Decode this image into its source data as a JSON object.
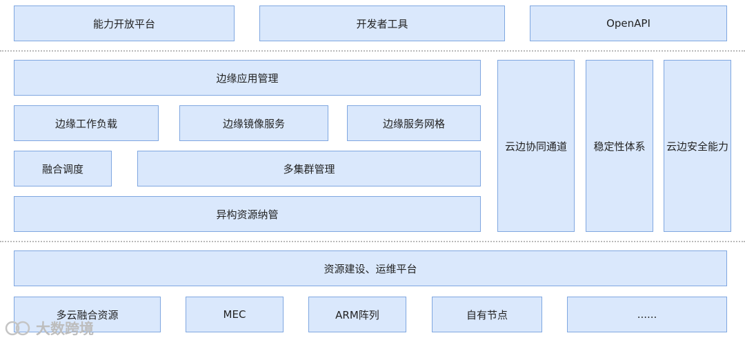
{
  "top_layer": [
    "能力开放平台",
    "开发者工具",
    "OpenAPI"
  ],
  "middle_layer": {
    "edge_app_mgmt": "边缘应用管理",
    "edge_workload": "边缘工作负载",
    "edge_image_service": "边缘镜像服务",
    "edge_service_mesh": "边缘服务网格",
    "fusion_scheduling": "融合调度",
    "multi_cluster_mgmt": "多集群管理",
    "heterogeneous_resource": "异构资源纳管",
    "cloud_edge_channel": "云边协同通道",
    "stability_system": "稳定性体系",
    "cloud_edge_security": "云边安全能力"
  },
  "bottom_layer": {
    "platform": "资源建设、运维平台",
    "resources": [
      "多云融合资源",
      "MEC",
      "ARM阵列",
      "自有节点",
      "......"
    ]
  },
  "watermark": "大数跨境"
}
